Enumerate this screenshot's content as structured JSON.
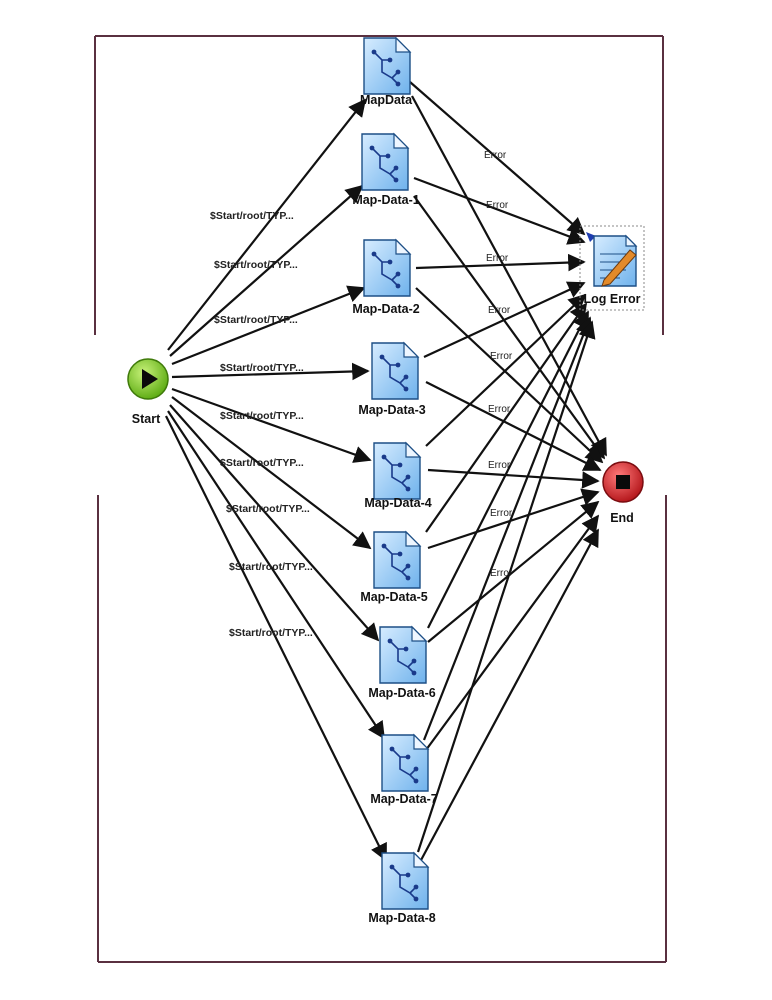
{
  "nodes": {
    "start": {
      "label": "Start",
      "color": "#7ccf1f"
    },
    "end": {
      "label": "End",
      "color": "#d8262a"
    },
    "log_error": {
      "label": "Log Error"
    },
    "maps": [
      {
        "label": "MapData"
      },
      {
        "label": "Map-Data-1"
      },
      {
        "label": "Map-Data-2"
      },
      {
        "label": "Map-Data-3"
      },
      {
        "label": "Map-Data-4"
      },
      {
        "label": "Map-Data-5"
      },
      {
        "label": "Map-Data-6"
      },
      {
        "label": "Map-Data-7"
      },
      {
        "label": "Map-Data-8"
      }
    ]
  },
  "edge_labels": {
    "start_to_map": [
      "$Start/root/TYP...",
      "$Start/root/TYP...",
      "$Start/root/TYP...",
      "$Start/root/TYP...",
      "$Start/root/TYP...",
      "$Start/root/TYP...",
      "$Start/root/TYP...",
      "$Start/root/TYP...",
      "$Start/root/TYP..."
    ],
    "error": [
      "Error",
      "Error",
      "Error",
      "Error",
      "Error",
      "Error",
      "Error",
      "Error"
    ]
  }
}
